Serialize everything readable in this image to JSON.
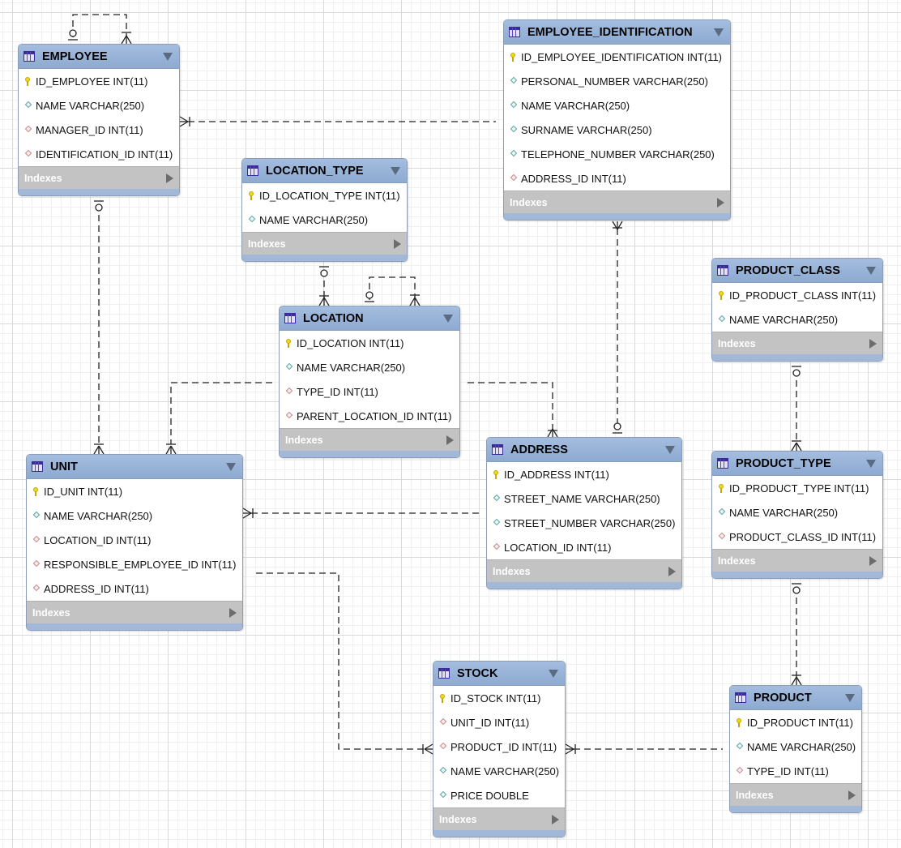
{
  "tables": {
    "employee": {
      "name": "EMPLOYEE",
      "columns": [
        {
          "text": "ID_EMPLOYEE INT(11)",
          "kind": "pk"
        },
        {
          "text": "NAME VARCHAR(250)",
          "kind": "col"
        },
        {
          "text": "MANAGER_ID INT(11)",
          "kind": "fk"
        },
        {
          "text": "IDENTIFICATION_ID INT(11)",
          "kind": "fk"
        }
      ],
      "indexes": "Indexes"
    },
    "employee_identification": {
      "name": "EMPLOYEE_IDENTIFICATION",
      "columns": [
        {
          "text": "ID_EMPLOYEE_IDENTIFICATION INT(11)",
          "kind": "pk"
        },
        {
          "text": "PERSONAL_NUMBER VARCHAR(250)",
          "kind": "col"
        },
        {
          "text": "NAME VARCHAR(250)",
          "kind": "col"
        },
        {
          "text": "SURNAME VARCHAR(250)",
          "kind": "col"
        },
        {
          "text": "TELEPHONE_NUMBER VARCHAR(250)",
          "kind": "col"
        },
        {
          "text": "ADDRESS_ID INT(11)",
          "kind": "fk"
        }
      ],
      "indexes": "Indexes"
    },
    "location_type": {
      "name": "LOCATION_TYPE",
      "columns": [
        {
          "text": "ID_LOCATION_TYPE INT(11)",
          "kind": "pk"
        },
        {
          "text": "NAME VARCHAR(250)",
          "kind": "col"
        }
      ],
      "indexes": "Indexes"
    },
    "location": {
      "name": "LOCATION",
      "columns": [
        {
          "text": "ID_LOCATION INT(11)",
          "kind": "pk"
        },
        {
          "text": "NAME VARCHAR(250)",
          "kind": "col"
        },
        {
          "text": "TYPE_ID INT(11)",
          "kind": "fk"
        },
        {
          "text": "PARENT_LOCATION_ID INT(11)",
          "kind": "fk"
        }
      ],
      "indexes": "Indexes"
    },
    "product_class": {
      "name": "PRODUCT_CLASS",
      "columns": [
        {
          "text": "ID_PRODUCT_CLASS INT(11)",
          "kind": "pk"
        },
        {
          "text": "NAME VARCHAR(250)",
          "kind": "col"
        }
      ],
      "indexes": "Indexes"
    },
    "address": {
      "name": "ADDRESS",
      "columns": [
        {
          "text": "ID_ADDRESS INT(11)",
          "kind": "pk"
        },
        {
          "text": "STREET_NAME VARCHAR(250)",
          "kind": "col"
        },
        {
          "text": "STREET_NUMBER VARCHAR(250)",
          "kind": "col"
        },
        {
          "text": "LOCATION_ID INT(11)",
          "kind": "fk"
        }
      ],
      "indexes": "Indexes"
    },
    "product_type": {
      "name": "PRODUCT_TYPE",
      "columns": [
        {
          "text": "ID_PRODUCT_TYPE INT(11)",
          "kind": "pk"
        },
        {
          "text": "NAME VARCHAR(250)",
          "kind": "col"
        },
        {
          "text": "PRODUCT_CLASS_ID INT(11)",
          "kind": "fk"
        }
      ],
      "indexes": "Indexes"
    },
    "unit": {
      "name": "UNIT",
      "columns": [
        {
          "text": "ID_UNIT INT(11)",
          "kind": "pk"
        },
        {
          "text": "NAME VARCHAR(250)",
          "kind": "col"
        },
        {
          "text": "LOCATION_ID INT(11)",
          "kind": "fk"
        },
        {
          "text": "RESPONSIBLE_EMPLOYEE_ID INT(11)",
          "kind": "fk"
        },
        {
          "text": "ADDRESS_ID INT(11)",
          "kind": "fk"
        }
      ],
      "indexes": "Indexes"
    },
    "stock": {
      "name": "STOCK",
      "columns": [
        {
          "text": "ID_STOCK INT(11)",
          "kind": "pk"
        },
        {
          "text": "UNIT_ID INT(11)",
          "kind": "fk"
        },
        {
          "text": "PRODUCT_ID INT(11)",
          "kind": "fk"
        },
        {
          "text": "NAME VARCHAR(250)",
          "kind": "col"
        },
        {
          "text": "PRICE DOUBLE",
          "kind": "col"
        }
      ],
      "indexes": "Indexes"
    },
    "product": {
      "name": "PRODUCT",
      "columns": [
        {
          "text": "ID_PRODUCT INT(11)",
          "kind": "pk"
        },
        {
          "text": "NAME VARCHAR(250)",
          "kind": "col"
        },
        {
          "text": "TYPE_ID INT(11)",
          "kind": "fk"
        }
      ],
      "indexes": "Indexes"
    }
  },
  "colors": {
    "header": "#9ab4da",
    "indexes_bar": "#c3c3c3",
    "primary_key_icon": "#f1d81a",
    "column_icon": "#5da4a4",
    "foreign_key_icon": "#c48a8a",
    "relationship_line": "#222222"
  },
  "icons": {
    "table": "table-icon",
    "collapse": "chevron-down-icon",
    "primary_key": "key-icon",
    "column": "diamond-icon",
    "foreign_key": "diamond-fk-icon",
    "indexes": "chevron-right-icon"
  }
}
